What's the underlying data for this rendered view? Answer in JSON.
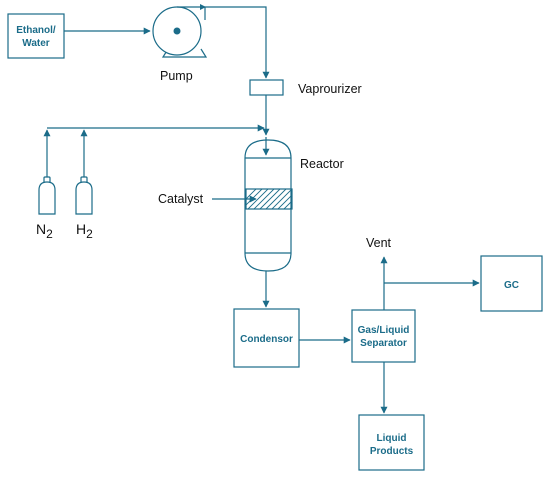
{
  "colors": {
    "stroke": "#1b6c89",
    "box_text": "#1b6c89",
    "label_text": "#111111",
    "background": "#ffffff"
  },
  "boxes": {
    "feed_line1": "Ethanol/",
    "feed_line2": "Water",
    "condensor": "Condensor",
    "separator_line1": "Gas/Liquid",
    "separator_line2": "Separator",
    "gc": "GC",
    "products_line1": "Liquid",
    "products_line2": "Products"
  },
  "labels": {
    "pump": "Pump",
    "vaporizer": "Vaprourizer",
    "reactor": "Reactor",
    "catalyst": "Catalyst",
    "vent": "Vent"
  },
  "gases": {
    "n2_symbol": "N",
    "n2_subscript": "2",
    "h2_symbol": "H",
    "h2_subscript": "2"
  },
  "icons": [
    "pump-icon",
    "gas-cylinder-icon",
    "arrowhead-icon"
  ]
}
